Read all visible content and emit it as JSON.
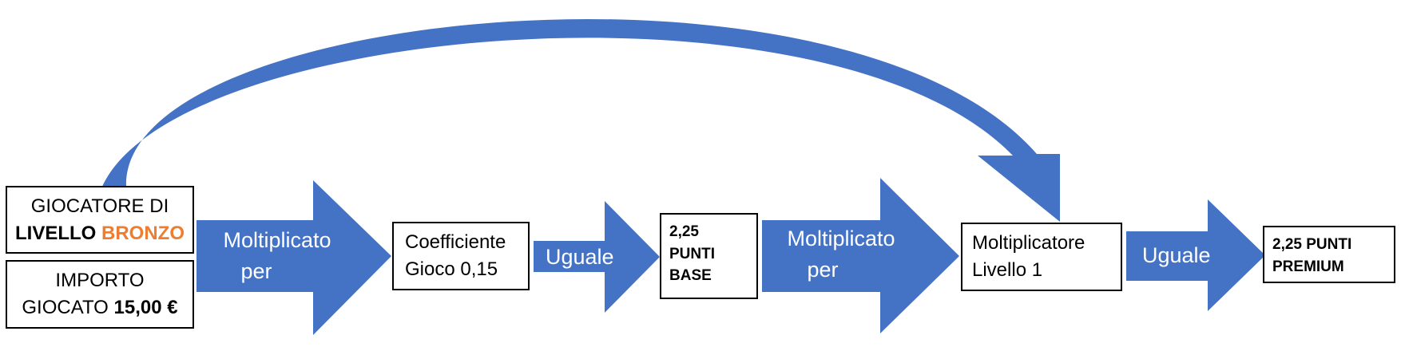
{
  "colors": {
    "arrow": "#4472C4",
    "accent": "#ED7D31"
  },
  "player_box": {
    "line1": "GIOCATORE DI",
    "line2_prefix": "LIVELLO ",
    "line2_level": "BRONZO"
  },
  "amount_box": {
    "line1": "IMPORTO",
    "line2_prefix": "GIOCATO ",
    "line2_amount": "15,00 €"
  },
  "arrow_multiply_1": {
    "line1": "Moltiplicato",
    "line2": "per"
  },
  "coefficient_box": {
    "line1": "Coefficiente",
    "line2": "Gioco 0,15"
  },
  "arrow_equals_1": {
    "label": "Uguale"
  },
  "base_points_box": {
    "line1": "2,25",
    "line2": "PUNTI",
    "line3": "BASE"
  },
  "arrow_multiply_2": {
    "line1": "Moltiplicato",
    "line2": "per"
  },
  "multiplier_box": {
    "line1": "Moltiplicatore",
    "line2": "Livello 1"
  },
  "arrow_equals_2": {
    "label": "Uguale"
  },
  "premium_points_box": {
    "line1": "2,25 PUNTI",
    "line2": "PREMIUM"
  }
}
